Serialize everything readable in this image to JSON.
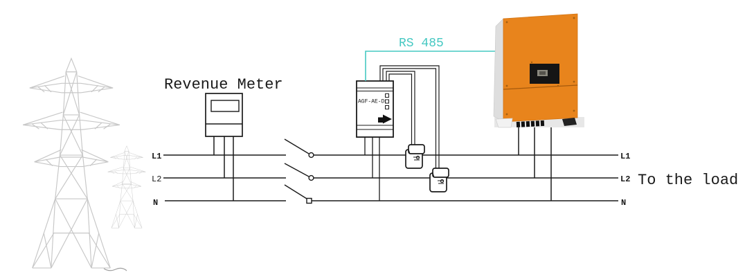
{
  "labels": {
    "revenue_meter": "Revenue Meter",
    "rs485_bus": "RS 485",
    "to_the_load": "To the load",
    "meter_model": "AGF-AE-D"
  },
  "line_labels": {
    "left": {
      "l1": "L1",
      "l2": "L2",
      "n": "N"
    },
    "right": {
      "l1": "L1",
      "l2": "L2",
      "n": "N"
    }
  },
  "colors": {
    "rs485_cyan": "#45c8c2",
    "inverter_orange": "#e8841c",
    "inverter_orange_edge": "#d27413",
    "tower_gray": "#c7c7c7",
    "wire_black": "#1a1a1a"
  }
}
